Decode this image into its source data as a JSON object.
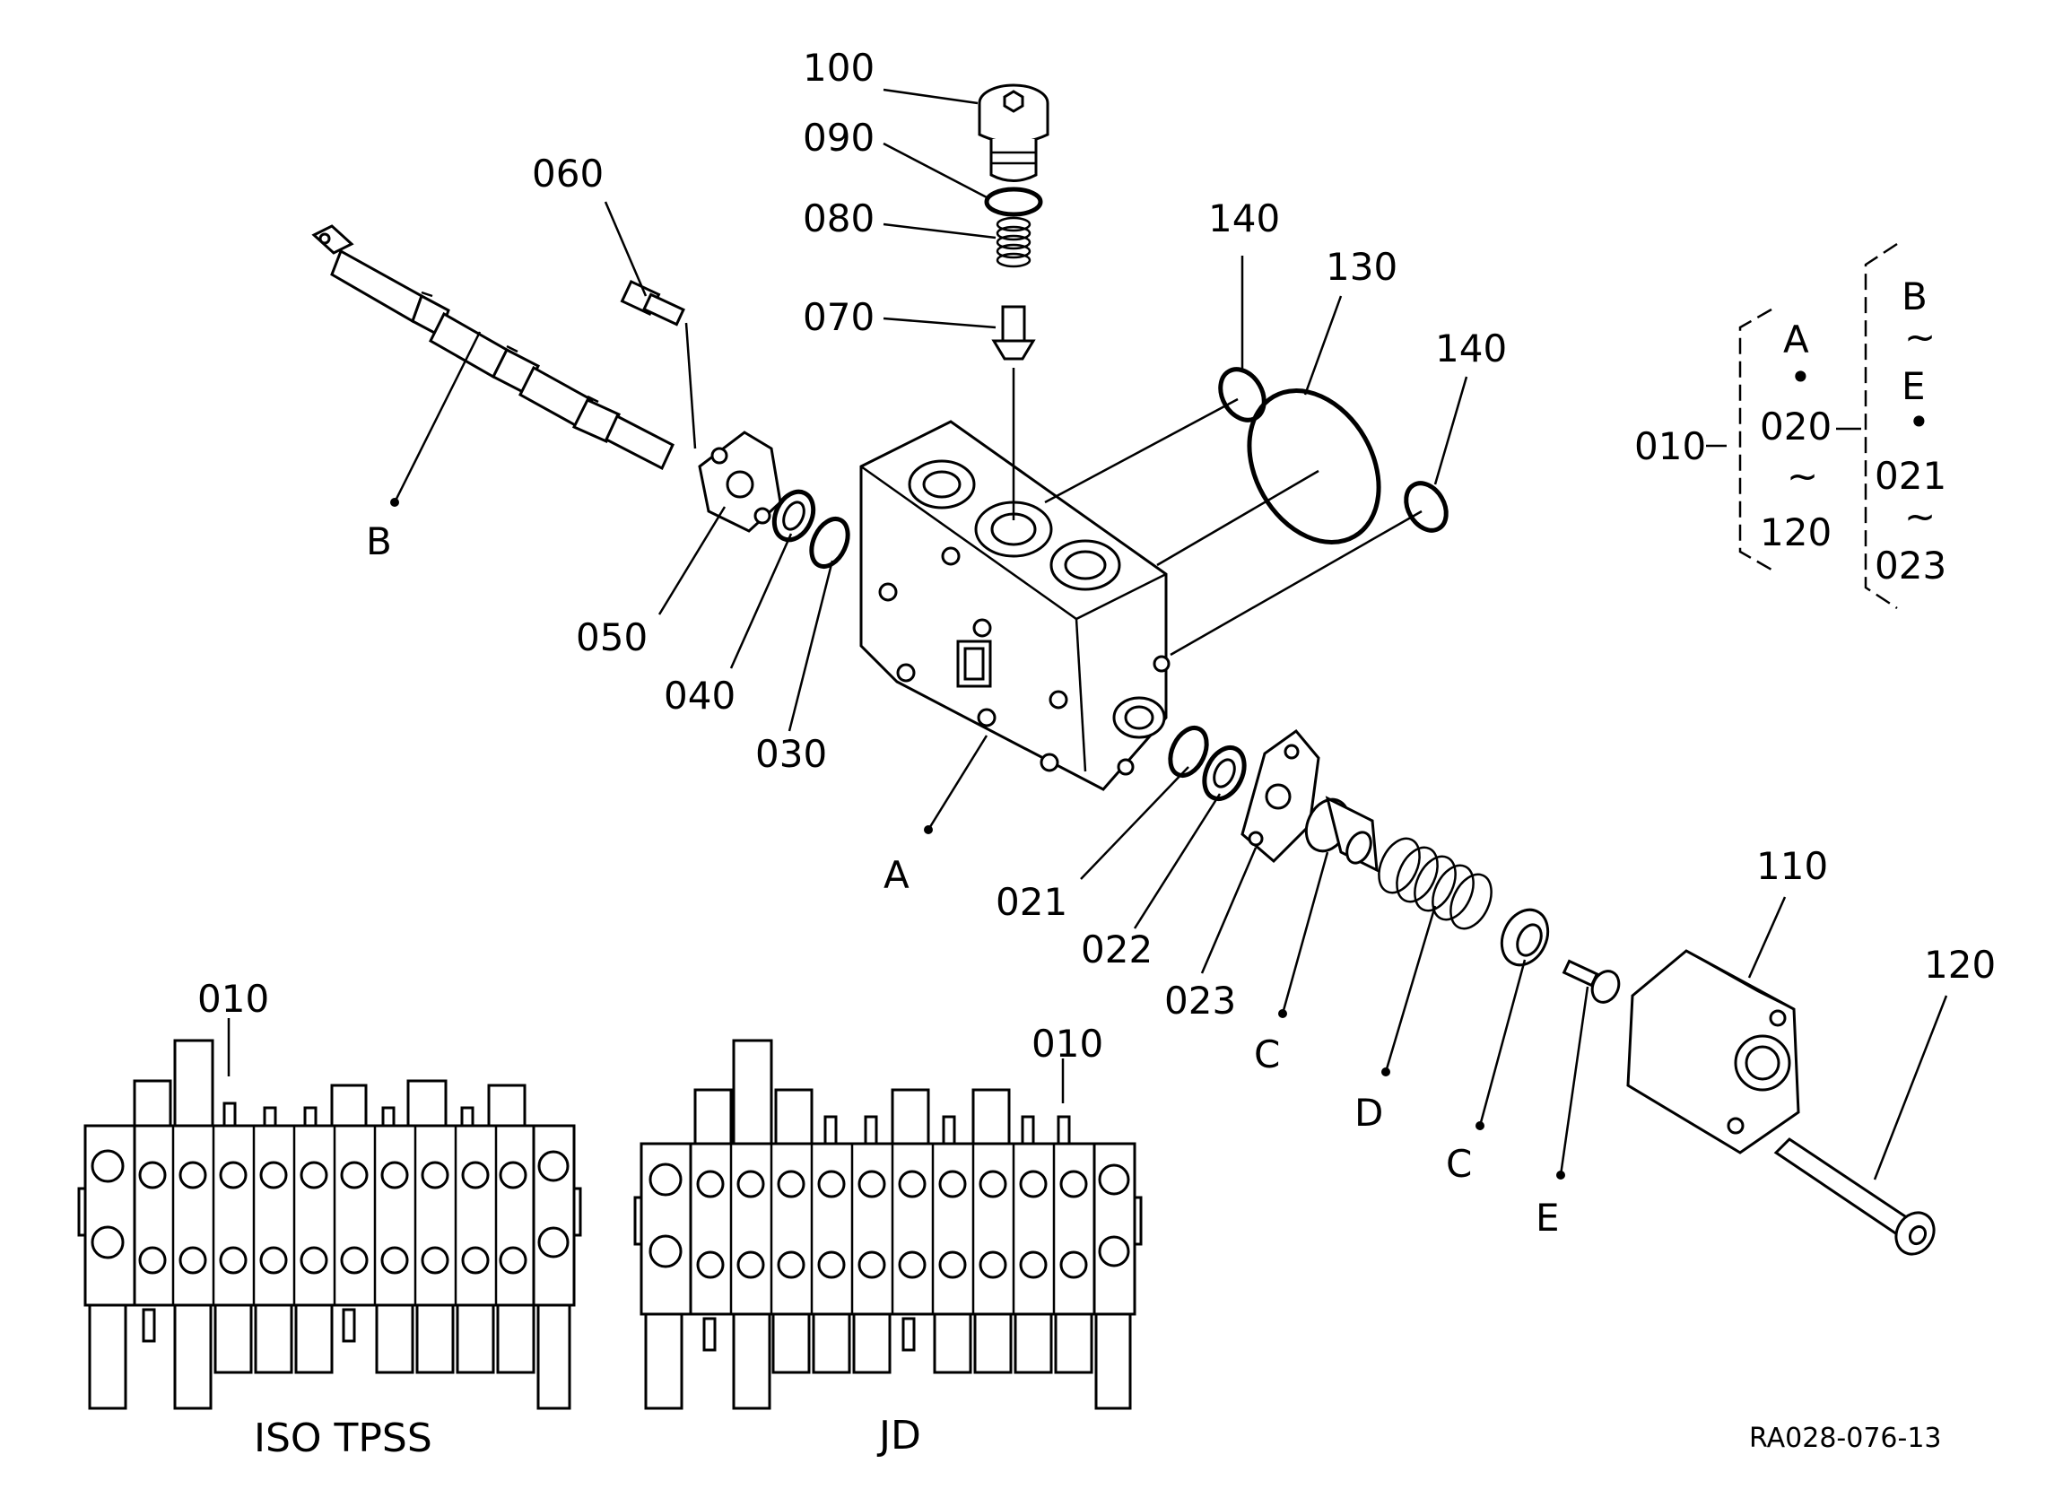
{
  "labels": {
    "p100": "100",
    "p090": "090",
    "p080": "080",
    "p070": "070",
    "p060": "060",
    "p140a": "140",
    "p130": "130",
    "p140b": "140",
    "p050": "050",
    "p040": "040",
    "p030": "030",
    "p021": "021",
    "p022": "022",
    "p023": "023",
    "p110": "110",
    "p120": "120",
    "pB": "B",
    "pA": "A",
    "pC1": "C",
    "pD": "D",
    "pC2": "C",
    "pE": "E",
    "p010a": "010",
    "p010b": "010"
  },
  "legend": {
    "group": "010",
    "left": [
      "A",
      "•",
      "020",
      "~",
      "120"
    ],
    "right": [
      "B",
      "~",
      "E",
      "•",
      "021",
      "~",
      "023"
    ]
  },
  "captions": {
    "iso": "ISO TPSS",
    "jd": "JD"
  },
  "reference": "RA028-076-13"
}
